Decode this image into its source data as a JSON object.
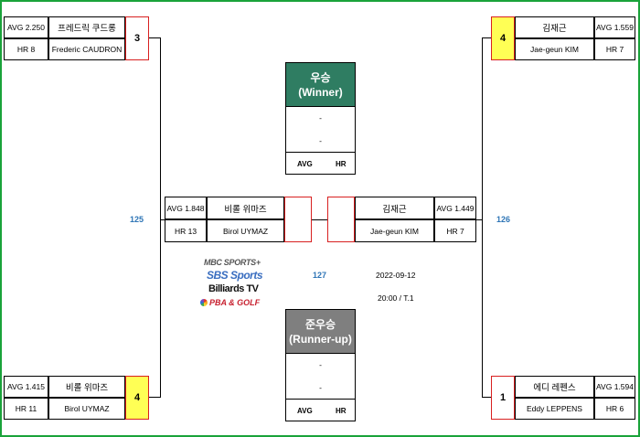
{
  "players": {
    "tl": {
      "avg": "AVG 2.250",
      "hr": "HR 8",
      "name_kr": "프레드릭 쿠드롱",
      "name_en": "Frederic CAUDRON",
      "score": "3"
    },
    "bl": {
      "avg": "AVG 1.415",
      "hr": "HR 11",
      "name_kr": "비롤 위마즈",
      "name_en": "Birol UYMAZ",
      "score": "4"
    },
    "tr": {
      "avg": "AVG 1.559",
      "hr": "HR 7",
      "name_kr": "김재근",
      "name_en": "Jae-geun KIM",
      "score": "4"
    },
    "br": {
      "avg": "AVG 1.594",
      "hr": "HR 6",
      "name_kr": "에디 레펜스",
      "name_en": "Eddy LEPPENS",
      "score": "1"
    },
    "sl": {
      "avg": "AVG 1.848",
      "hr": "HR 13",
      "name_kr": "비롤 위마즈",
      "name_en": "Birol UYMAZ",
      "score": ""
    },
    "sr": {
      "avg": "AVG 1.449",
      "hr": "HR 7",
      "name_kr": "김재근",
      "name_en": "Jae-geun KIM",
      "score": ""
    }
  },
  "match_numbers": {
    "left": "125",
    "right": "126",
    "final": "127"
  },
  "winner_box": {
    "title_kr": "우승",
    "title_en": "(Winner)",
    "val1": "-",
    "val2": "-",
    "avg_label": "AVG",
    "hr_label": "HR"
  },
  "runner_box": {
    "title_kr": "준우승",
    "title_en": "(Runner-up)",
    "val1": "-",
    "val2": "-",
    "avg_label": "AVG",
    "hr_label": "HR"
  },
  "schedule": {
    "date": "2022-09-12",
    "time": "20:00 / T.1"
  },
  "logos": {
    "mbc": "MBC SPORTS+",
    "sbs": "SBS Sports",
    "billiards": "Billiards TV",
    "pba": "PBA & GOLF"
  },
  "colors": {
    "frame": "#1aa33a",
    "winner": "#2f7d62",
    "runner": "#7f7f7f",
    "score_highlight": "#ffff55",
    "match_number": "#2e75b6"
  }
}
